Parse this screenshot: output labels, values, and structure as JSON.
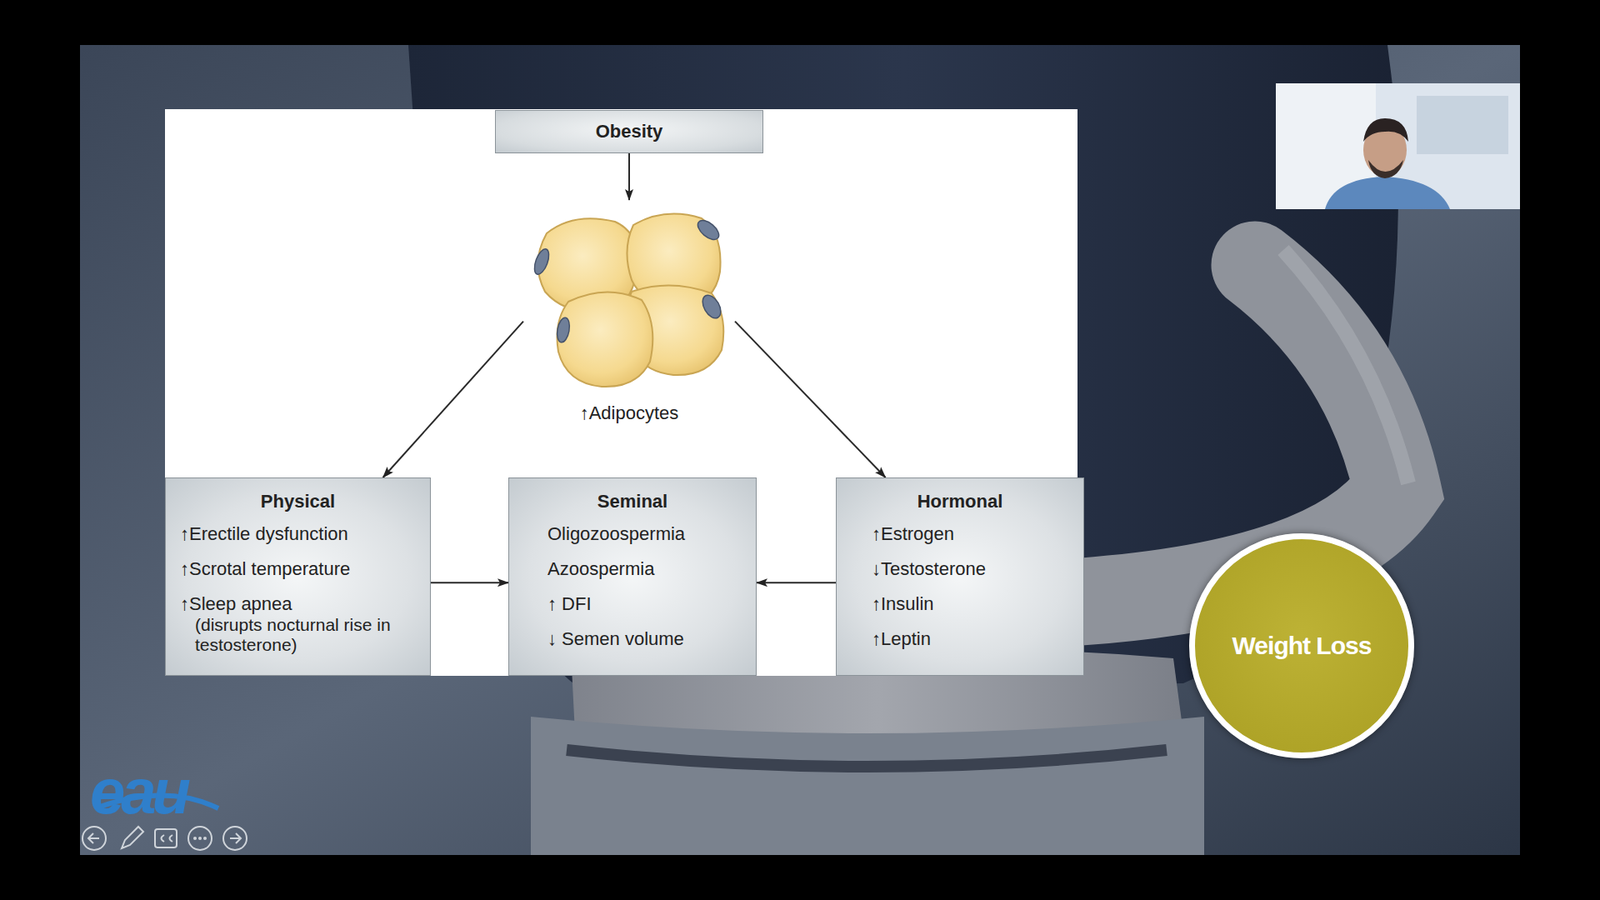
{
  "diagram": {
    "nodes": [
      {
        "text": [
          "Obesity"
        ]
      },
      {
        "text": [
          "↑Adipocytes"
        ]
      },
      {
        "text": [
          "Physical",
          "↑Erectile dysfunction",
          "↑Scrotal temperature",
          "↑Sleep apnea",
          "(disrupts nocturnal rise in testosterone)"
        ]
      },
      {
        "text": [
          "Seminal",
          "Oligozoospermia",
          "Azoospermia",
          "↑ DFI",
          "↓ Semen volume"
        ]
      },
      {
        "text": [
          "Hormonal",
          "↑Estrogen",
          "↓Testosterone",
          "↑Insulin",
          "↑Leptin"
        ]
      },
      {
        "text": [
          "Weight Loss"
        ]
      }
    ],
    "edges": [
      {
        "from": 0,
        "to": 1,
        "arrow": "to"
      },
      {
        "from": 1,
        "to": 2,
        "arrow": "to"
      },
      {
        "from": 1,
        "to": 4,
        "arrow": "to"
      },
      {
        "from": 2,
        "to": 3,
        "arrow": "to"
      },
      {
        "from": 4,
        "to": 3,
        "arrow": "to"
      }
    ],
    "labels": [
      "eau"
    ]
  }
}
